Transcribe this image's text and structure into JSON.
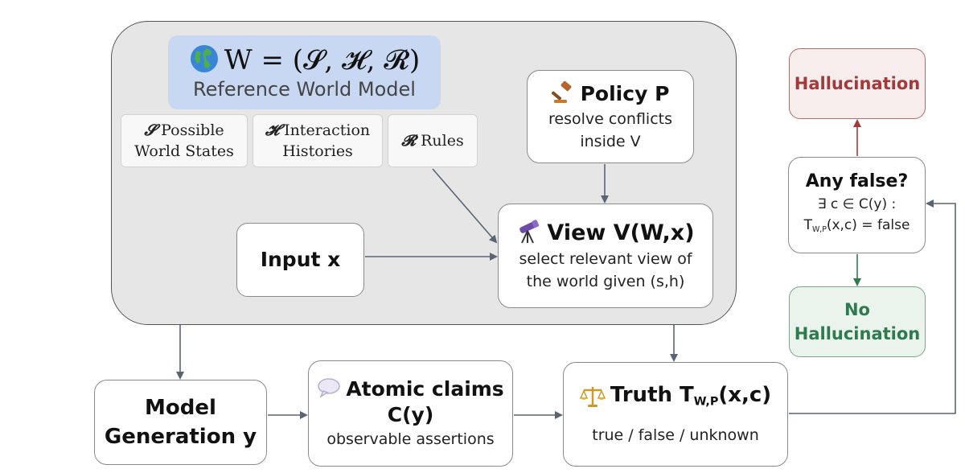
{
  "world": {
    "formula": "W = (𝓢, 𝓗, 𝓡)",
    "subtitle": "Reference World Model",
    "components": [
      {
        "symbol": "𝓢",
        "label_line1": "Possible",
        "label_line2": "World States"
      },
      {
        "symbol": "𝓗",
        "label_line1": "Interaction",
        "label_line2": "Histories"
      },
      {
        "symbol": "𝓡",
        "label_line1": "Rules"
      }
    ]
  },
  "policy": {
    "title": "Policy P",
    "desc_line1": "resolve conflicts",
    "desc_line2": "inside V"
  },
  "view": {
    "title": "View V(W,x)",
    "desc_line1": "select relevant view of",
    "desc_line2": "the world given (s,h)"
  },
  "input": {
    "title": "Input x"
  },
  "generation": {
    "title_line1": "Model",
    "title_line2": "Generation y"
  },
  "claims": {
    "title_line1": "Atomic claims",
    "title_line2": "C(y)",
    "desc": "observable assertions"
  },
  "truth": {
    "title_prefix": "Truth T",
    "title_sub": "W,P",
    "title_suffix": "(x,c)",
    "desc": "true / false / unknown"
  },
  "check": {
    "title": "Any false?",
    "line1": "∃ c ∈ C(y) :",
    "line2_prefix": "T",
    "line2_sub": "W,P",
    "line2_suffix": "(x,c) = false"
  },
  "hallucination": {
    "label": "Hallucination"
  },
  "no_hallucination": {
    "label_line1": "No",
    "label_line2": "Hallucination"
  },
  "colors": {
    "world_panel_bg": "#e6e6e6",
    "header_bg": "#c9d8f2",
    "hallucination_text": "#a33a3a",
    "hallucination_bg": "#f7eded",
    "no_hallucination_text": "#2f7a4e",
    "no_hallucination_bg": "#eaf3ec",
    "arrow_gray": "#5a6473",
    "arrow_red": "#a33a3a",
    "arrow_green": "#2f7a4e"
  },
  "icons": [
    "globe-icon",
    "gavel-icon",
    "telescope-icon",
    "speech-bubble-icon",
    "scales-icon"
  ]
}
